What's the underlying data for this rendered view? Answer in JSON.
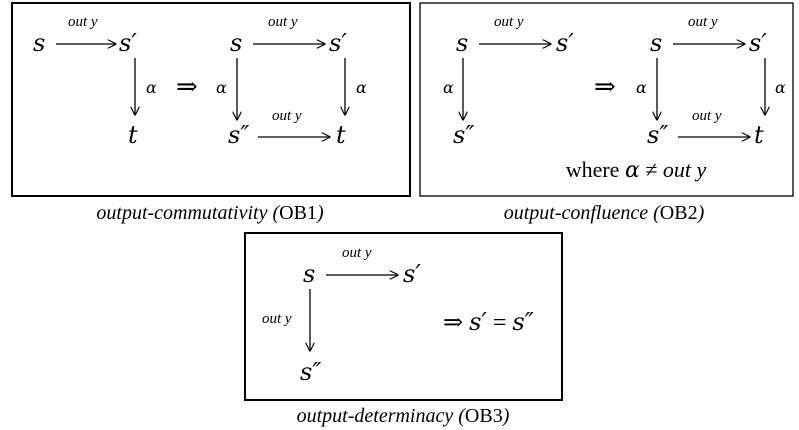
{
  "panels": [
    {
      "id": "ob1",
      "caption_name": "output-commutativity",
      "caption_code": "OB1",
      "nodes": {
        "s": "s",
        "s1": "s′",
        "t": "t",
        "s2": "s″"
      },
      "labels": {
        "out": "out y",
        "alpha": "α"
      },
      "implies": "⇒"
    },
    {
      "id": "ob2",
      "caption_name": "output-confluence",
      "caption_code": "OB2",
      "nodes": {
        "s": "s",
        "s1": "s′",
        "t": "t",
        "s2": "s″"
      },
      "labels": {
        "out": "out y",
        "alpha": "α"
      },
      "implies": "⇒",
      "where_text": "where",
      "where_alpha": "α",
      "where_neq": "≠",
      "where_out": "out y"
    },
    {
      "id": "ob3",
      "caption_name": "output-determinacy",
      "caption_code": "OB3",
      "nodes": {
        "s": "s",
        "s1": "s′",
        "s2": "s″"
      },
      "labels": {
        "out": "out y"
      },
      "conclusion": {
        "implies": "⇒",
        "lhs": "s′",
        "eq": "=",
        "rhs": "s″"
      }
    }
  ]
}
